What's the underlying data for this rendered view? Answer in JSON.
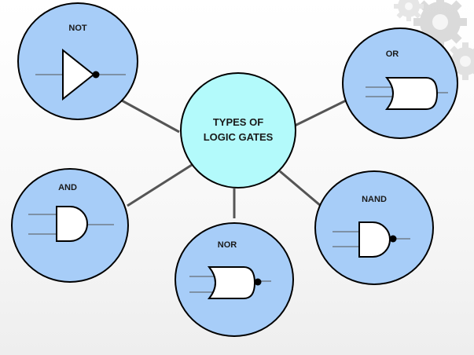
{
  "diagram": {
    "center": {
      "line1": "TYPES OF",
      "line2": "LOGIC GATES"
    },
    "nodes": {
      "not": {
        "label": "NOT"
      },
      "or": {
        "label": "OR"
      },
      "and": {
        "label": "AND"
      },
      "nor": {
        "label": "NOR"
      },
      "nand": {
        "label": "NAND"
      }
    }
  },
  "colors": {
    "node_fill": "#a7cdf8",
    "center_fill": "#b3fafb",
    "outline": "#000000",
    "connector": "#555555",
    "gate_fill": "#ffffff"
  },
  "icons": {
    "not": "not-gate-symbol",
    "or": "or-gate-symbol",
    "and": "and-gate-symbol",
    "nor": "nor-gate-symbol",
    "nand": "nand-gate-symbol",
    "decoration": "gears-decoration"
  }
}
